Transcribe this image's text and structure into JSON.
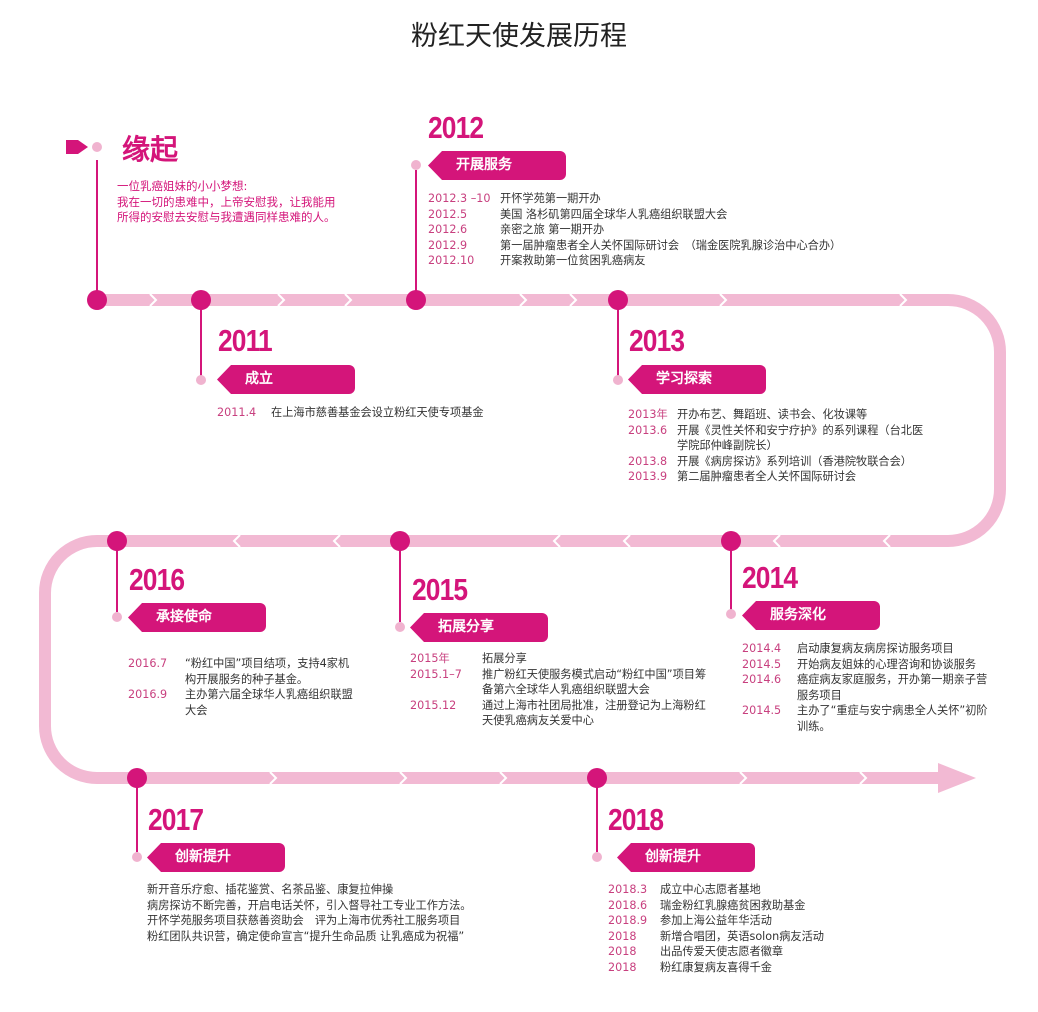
{
  "title": "粉红天使发展历程",
  "colors": {
    "accent": "#d4157a",
    "track": "#f2b9d3"
  },
  "origin": {
    "heading": "缘起",
    "lines": [
      "一位乳癌姐妹的小小梦想:",
      "我在一切的患难中，上帝安慰我，让我能用",
      "所得的安慰去安慰与我遭遇同样患难的人。"
    ]
  },
  "milestones": {
    "y2011": {
      "year": "2011",
      "tag": "成立",
      "items": [
        {
          "date": "2011.4",
          "text": "在上海市慈善基金会设立粉红天使专项基金"
        }
      ]
    },
    "y2012": {
      "year": "2012",
      "tag": "开展服务",
      "items": [
        {
          "date": "2012.3 –10",
          "text": "开怀学苑第一期开办"
        },
        {
          "date": "2012.5",
          "text": "美国 洛杉矶第四届全球华人乳癌组织联盟大会"
        },
        {
          "date": "2012.6",
          "text": "亲密之旅 第一期开办"
        },
        {
          "date": "2012.9",
          "text": "第一届肿瘤患者全人关怀国际研讨会　（瑞金医院乳腺诊治中心合办）"
        },
        {
          "date": "2012.10",
          "text": "开案救助第一位贫困乳癌病友"
        }
      ]
    },
    "y2013": {
      "year": "2013",
      "tag": "学习探索",
      "items": [
        {
          "date": "2013年",
          "text": "开办布艺、舞蹈班、读书会、化妆课等"
        },
        {
          "date": "2013.6",
          "text": "开展《灵性关怀和安宁疗护》的系列课程（台北医学院邱仲峰副院长）"
        },
        {
          "date": "2013.8",
          "text": "开展《病房探访》系列培训（香港院牧联合会）"
        },
        {
          "date": "2013.9",
          "text": "第二届肿瘤患者全人关怀国际研讨会"
        }
      ]
    },
    "y2014": {
      "year": "2014",
      "tag": "服务深化",
      "items": [
        {
          "date": "2014.4",
          "text": "启动康复病友病房探访服务项目"
        },
        {
          "date": "2014.5",
          "text": "开始病友姐妹的心理咨询和协谈服务"
        },
        {
          "date": "2014.6",
          "text": "癌症病友家庭服务，开办第一期亲子营服务项目"
        },
        {
          "date": "2014.5",
          "text": "主办了“重症与安宁病患全人关怀”初阶训练。"
        }
      ]
    },
    "y2015": {
      "year": "2015",
      "tag": "拓展分享",
      "items": [
        {
          "date": "2015年",
          "text": "拓展分享"
        },
        {
          "date": "2015.1–7",
          "text": "推广粉红天使服务模式启动“粉红中国”项目筹备第六全球华人乳癌组织联盟大会"
        },
        {
          "date": "2015.12",
          "text": "通过上海市社团局批准，注册登记为上海粉红天使乳癌病友关爱中心"
        }
      ]
    },
    "y2016": {
      "year": "2016",
      "tag": "承接使命",
      "items": [
        {
          "date": "2016.7",
          "text": "“粉红中国”项目结项，支持4家机构开展服务的种子基金。"
        },
        {
          "date": "2016.9",
          "text": "主办第六届全球华人乳癌组织联盟大会"
        }
      ]
    },
    "y2017": {
      "year": "2017",
      "tag": "创新提升",
      "lines": [
        "新开音乐疗愈、插花鉴赏、名茶品鉴、康复拉伸操",
        "病房探访不断完善，开启电话关怀，引入督导社工专业工作方法。",
        "开怀学苑服务项目获慈善资助会　评为上海市优秀社工服务项目",
        "粉红团队共识营，确定使命宣言“提升生命品质 让乳癌成为祝福”"
      ]
    },
    "y2018": {
      "year": "2018",
      "tag": "创新提升",
      "items": [
        {
          "date": "2018.3",
          "text": "成立中心志愿者基地"
        },
        {
          "date": "2018.6",
          "text": "瑞金粉红乳腺癌贫困救助基金"
        },
        {
          "date": "2018.9",
          "text": "参加上海公益年华活动"
        },
        {
          "date": "2018",
          "text": "新增合唱团，英语solon病友活动"
        },
        {
          "date": "2018",
          "text": "出品传爱天使志愿者徽章"
        },
        {
          "date": "2018",
          "text": "粉红康复病友喜得千金"
        }
      ]
    }
  }
}
